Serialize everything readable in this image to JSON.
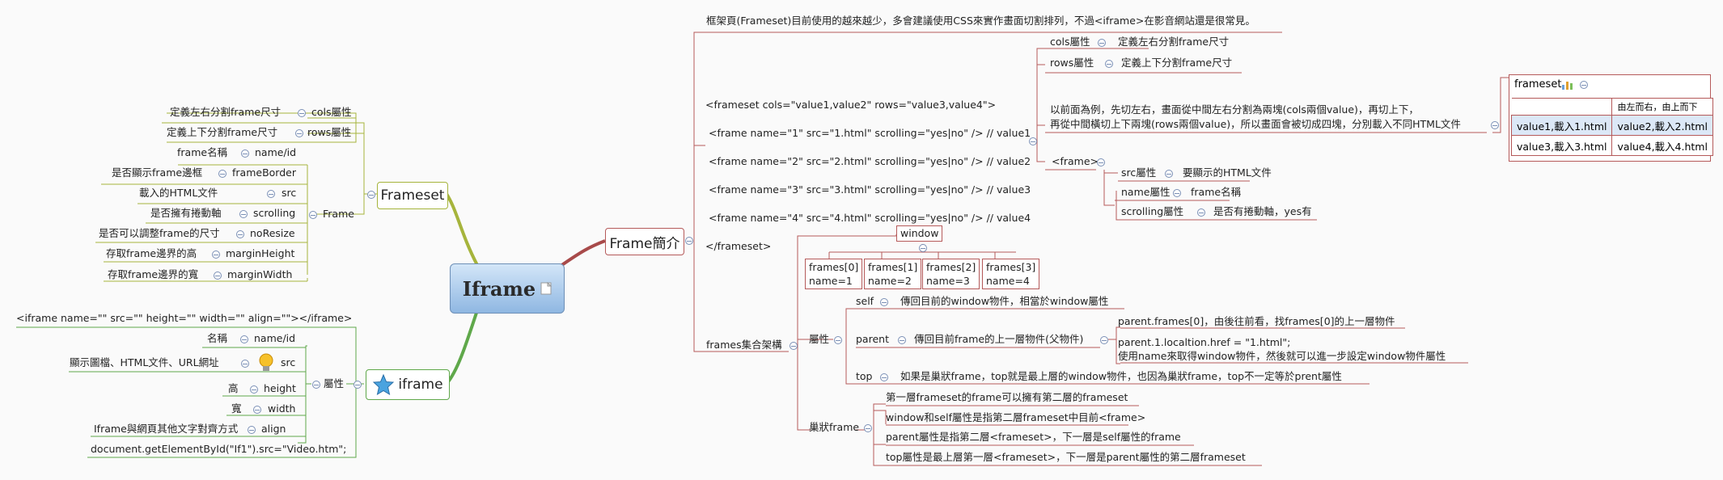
{
  "central": {
    "title": "Iframe"
  },
  "frameset_branch": {
    "title": "Frameset",
    "cols": {
      "desc": "定義左右分割frame尺寸",
      "name": "cols屬性"
    },
    "rows": {
      "desc": "定義上下分割frame尺寸",
      "name": "rows屬性"
    },
    "frame_label": "Frame",
    "frame_items": [
      {
        "desc": "frame名稱",
        "name": "name/id"
      },
      {
        "desc": "是否顯示frame邊框",
        "name": "frameBorder"
      },
      {
        "desc": "載入的HTML文件",
        "name": "src"
      },
      {
        "desc": "是否擁有捲動軸",
        "name": "scrolling"
      },
      {
        "desc": "是否可以調整frame的尺寸",
        "name": "noResize"
      },
      {
        "desc": "存取frame邊界的高",
        "name": "marginHeight"
      },
      {
        "desc": "存取frame邊界的寬",
        "name": "marginWidth"
      }
    ]
  },
  "iframe_branch": {
    "title": "iframe",
    "tag": "<iframe name=\"\" src=\"\" height=\"\" width=\"\" align=\"\"></iframe>",
    "attr_label": "屬性",
    "items": [
      {
        "desc": "名稱",
        "name": "name/id"
      },
      {
        "desc": "顯示圖檔、HTML文件、URL網址",
        "name": "src"
      },
      {
        "desc": "高",
        "name": "height"
      },
      {
        "desc": "寬",
        "name": "width"
      },
      {
        "desc": "Iframe與網頁其他文字對齊方式",
        "name": "align"
      }
    ],
    "script": "document.getElementById(\"If1\").src=\"Video.htm\";"
  },
  "intro_branch": {
    "title": "Frame簡介",
    "intro_text": "框架頁(Frameset)目前使用的越來越少，多會建議使用CSS來實作畫面切割排列，不過<iframe>在影音網站還是很常見。",
    "code_lines": [
      "<frameset cols=\"value1,value2\" rows=\"value3,value4\">",
      " <frame name=\"1\" src=\"1.html\" scrolling=\"yes|no\" /> // value1",
      " <frame name=\"2\" src=\"2.html\" scrolling=\"yes|no\" /> // value2",
      " <frame name=\"3\" src=\"3.html\" scrolling=\"yes|no\" /> // value3",
      " <frame name=\"4\" src=\"4.html\" scrolling=\"yes|no\" /> // value4",
      "</frameset>"
    ],
    "cols_attr": {
      "name": "cols屬性",
      "desc": "定義左右分割frame尺寸"
    },
    "rows_attr": {
      "name": "rows屬性",
      "desc": "定義上下分割frame尺寸"
    },
    "example_text_1": "以前面為例，先切左右，畫面從中間左右分割為兩塊(cols兩個value)，再切上下，",
    "example_text_2": "再從中間橫切上下兩塊(rows兩個value)，所以畫面會被切成四塊，分別載入不同HTML文件",
    "frameset_table": {
      "header": "frameset",
      "note": "由左而右，由上而下",
      "cells": [
        [
          "value1,載入1.html",
          "value2,載入2.html"
        ],
        [
          "value3,載入3.html",
          "value4,載入4.html"
        ]
      ]
    },
    "frame_tag": "<frame>",
    "frame_attrs": [
      {
        "name": "src屬性",
        "desc": "要顯示的HTML文件"
      },
      {
        "name": "name屬性",
        "desc": "frame名稱"
      },
      {
        "name": "scrolling屬性",
        "desc": "是否有捲動軸，yes有"
      }
    ]
  },
  "frames_branch": {
    "title": "frames集合架構",
    "window": "window",
    "frames": [
      [
        "frames[0]",
        "name=1"
      ],
      [
        "frames[1]",
        "name=2"
      ],
      [
        "frames[2]",
        "name=3"
      ],
      [
        "frames[3]",
        "name=4"
      ]
    ],
    "attr_label": "屬性",
    "self": {
      "name": "self",
      "desc": "傳回目前的window物件，相當於window屬性"
    },
    "parent": {
      "name": "parent",
      "desc": "傳回目前frame的上一層物件(父物件)",
      "sub1": "parent.frames[0]，由後往前看，找frames[0]的上一層物件",
      "sub2_line1": "parent.1.localtion.href = \"1.html\";",
      "sub2_line2": "使用name來取得window物件，然後就可以進一步設定window物件屬性"
    },
    "top": {
      "name": "top",
      "desc": "如果是巢狀frame，top就是最上層的window物件，也因為巢狀frame，top不一定等於prent屬性"
    },
    "nested_label": "巢狀frame",
    "nested_items": [
      "第一層frameset的frame可以擁有第二層的frameset",
      "window和self屬性是指第二層frameset中目前<frame>",
      "parent屬性是指第二層<frameset>，下一層是self屬性的frame",
      "top屬性是最上層第一層<frameset>，下一層是parent屬性的第二層frameset"
    ]
  }
}
